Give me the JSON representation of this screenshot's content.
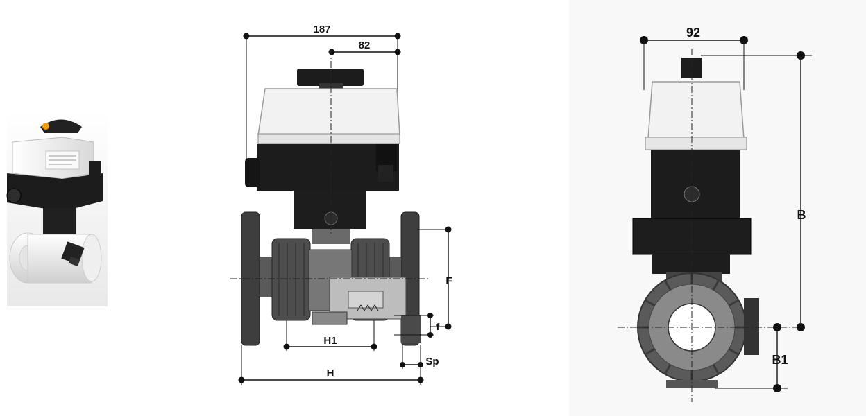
{
  "side_view": {
    "dims": {
      "overall_actuator_width": "187",
      "actuator_offset": "82",
      "flange_height": "F",
      "small_height": "f",
      "body_length": "H1",
      "overall_length": "H",
      "flange_thickness": "Sp"
    }
  },
  "front_view": {
    "dims": {
      "actuator_width": "92",
      "overall_height": "B",
      "base_height": "B1"
    }
  },
  "colors": {
    "actuator_cover": "#f2f2f2",
    "actuator_housing": "#1c1c1c",
    "valve_body": "#5a5a5a",
    "valve_body_light": "#8c8c8c",
    "dimension_line": "#111111"
  }
}
